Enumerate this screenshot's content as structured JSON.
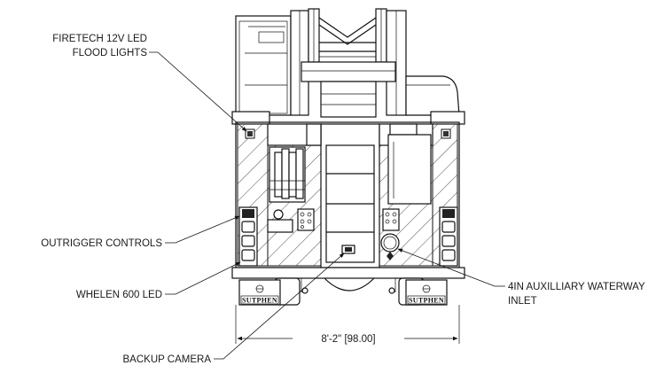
{
  "labels": {
    "flood_lights_line1": "FIRETECH 12V LED",
    "flood_lights_line2": "FLOOD LIGHTS",
    "outrigger_controls": "OUTRIGGER CONTROLS",
    "whelen_led": "WHELEN 600 LED",
    "backup_camera": "BACKUP CAMERA",
    "waterway_inlet_line1": "4IN AUXILLIARY WATERWAY",
    "waterway_inlet_line2": "INLET",
    "width_dimension": "8'-2\" [98.00]"
  },
  "brand": {
    "mudflap_left": "SUTPHEN",
    "mudflap_right": "SUTPHEN"
  }
}
